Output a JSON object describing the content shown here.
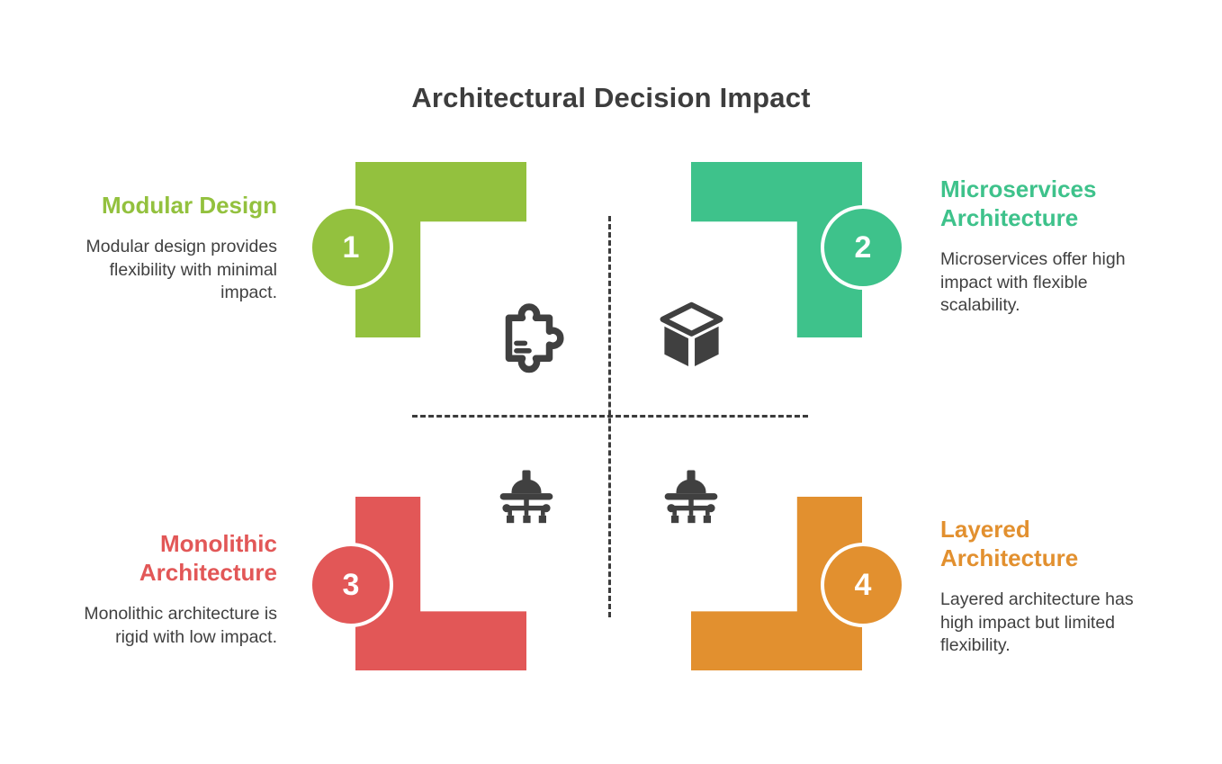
{
  "title": "Architectural Decision Impact",
  "colors": {
    "green": "#93C13E",
    "teal": "#3EC28B",
    "red": "#E25757",
    "orange": "#E2902F",
    "icon_dark": "#404040",
    "text": "#404040",
    "background": "#FFFFFF",
    "axis_dash": "#3B3B3B"
  },
  "quadrants": [
    {
      "number": "1",
      "title": "Modular Design",
      "description": "Modular design provides flexibility with minimal impact.",
      "color": "#93C13E",
      "icon": "puzzle-icon"
    },
    {
      "number": "2",
      "title": "Microservices Architecture",
      "description": "Microservices offer high impact with flexible scalability.",
      "color": "#3EC28B",
      "icon": "cube-icon"
    },
    {
      "number": "3",
      "title": "Monolithic Architecture",
      "description": "Monolithic architecture is rigid with low impact.",
      "color": "#E25757",
      "icon": "hard-hat-icon"
    },
    {
      "number": "4",
      "title": "Layered Architecture",
      "description": "Layered architecture has high impact but limited flexibility.",
      "color": "#E2902F",
      "icon": "hard-hat-icon"
    }
  ]
}
